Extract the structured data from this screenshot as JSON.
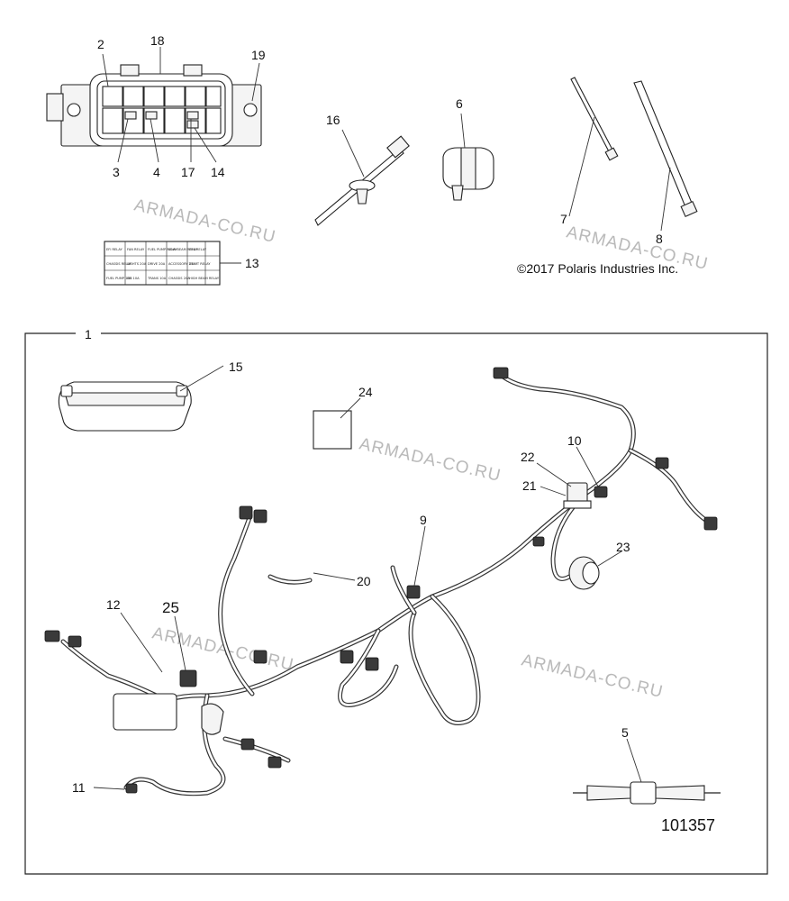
{
  "callouts": {
    "c1": "1",
    "c2": "2",
    "c3": "3",
    "c4": "4",
    "c5": "5",
    "c6": "6",
    "c7": "7",
    "c8": "8",
    "c9": "9",
    "c10": "10",
    "c11": "11",
    "c12": "12",
    "c13": "13",
    "c14": "14",
    "c15": "15",
    "c16": "16",
    "c17": "17",
    "c18": "18",
    "c19": "19",
    "c20": "20",
    "c21": "21",
    "c22": "22",
    "c23": "23",
    "c24": "24",
    "c25": "25"
  },
  "copyright": "©2017 Polaris Industries Inc.",
  "diagram_id": "101357",
  "watermark": "ARMADA-CO.RU",
  "fuse_label": {
    "row1": [
      "EFI RELAY",
      "FAN RELAY",
      "FUEL PUMP RELAY",
      "LOW BEAM RELAY",
      "EPS RELAY"
    ],
    "row2": [
      "CHASSIS RELAY",
      "LIGHTS 20A",
      "DRIVE 20A",
      "ACCESSORY 20A",
      "START RELAY"
    ],
    "row3": [
      "FUEL PUMP 10A",
      "EFI 10A",
      "TRANS 10A",
      "CHASSIS 20A",
      "HIGH BEAM RELAY"
    ]
  }
}
